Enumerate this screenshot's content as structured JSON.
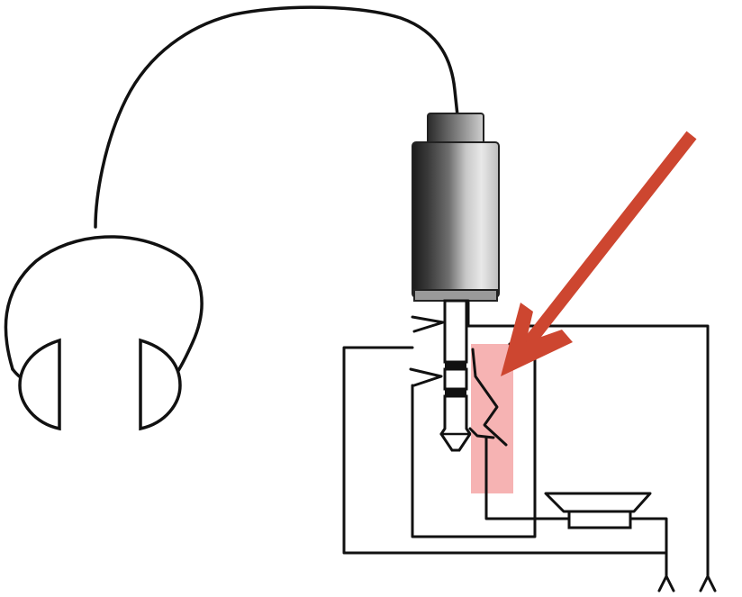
{
  "colors": {
    "line": "#111111",
    "background": "#ffffff",
    "arrow": "#cd4630",
    "highlight": "#f4a6a6",
    "plug_dark": "#1a1a1a",
    "plug_mid": "#5a5a5a",
    "plug_light": "#cfcfcf"
  },
  "icons": {
    "headphones": "headphones-icon",
    "plug": "audio-plug-icon",
    "jack": "headphone-jack-socket",
    "speaker": "speaker-icon",
    "arrow": "pointer-arrow",
    "highlight": "switch-contact-highlight"
  }
}
